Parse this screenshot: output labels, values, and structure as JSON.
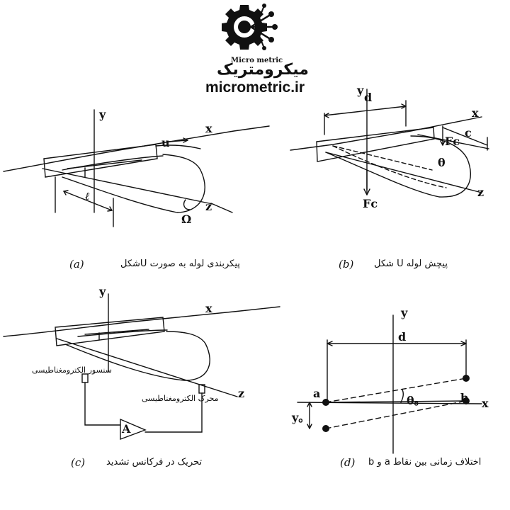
{
  "brand": {
    "logo_en": "Micro metric",
    "logo_fa": "میکرومتریک",
    "site": "micrometric.ir"
  },
  "panels": [
    {
      "caption": "پیکربندی لوله به صورت Uشکل",
      "tag": "(a)",
      "labels": {
        "y": "y",
        "x": "x",
        "z": "z",
        "u": "u",
        "l": "ℓ",
        "omega": "Ω"
      }
    },
    {
      "caption": "پیچش لوله U شکل",
      "tag": "(b)",
      "labels": {
        "y": "y",
        "d": "d",
        "x": "x",
        "z": "z",
        "c": "c",
        "fc_top": "Fc",
        "fc_bottom": "Fc",
        "theta": "θ"
      }
    },
    {
      "caption": "تحریک در فرکانس تشدید",
      "tag": "(c)",
      "labels": {
        "y": "y",
        "x": "x",
        "z": "z",
        "sensor": "سنسور الکترومغناطیسی",
        "driver": "محرک الکترومغناطیسی",
        "amp": "A"
      }
    },
    {
      "caption": "اختلاف زمانی بین نقاط a و b",
      "tag": "(d)",
      "labels": {
        "y": "y",
        "x": "x",
        "d": "d",
        "a": "a",
        "b": "b",
        "theta0": "θ。",
        "y0": "y。"
      }
    }
  ]
}
